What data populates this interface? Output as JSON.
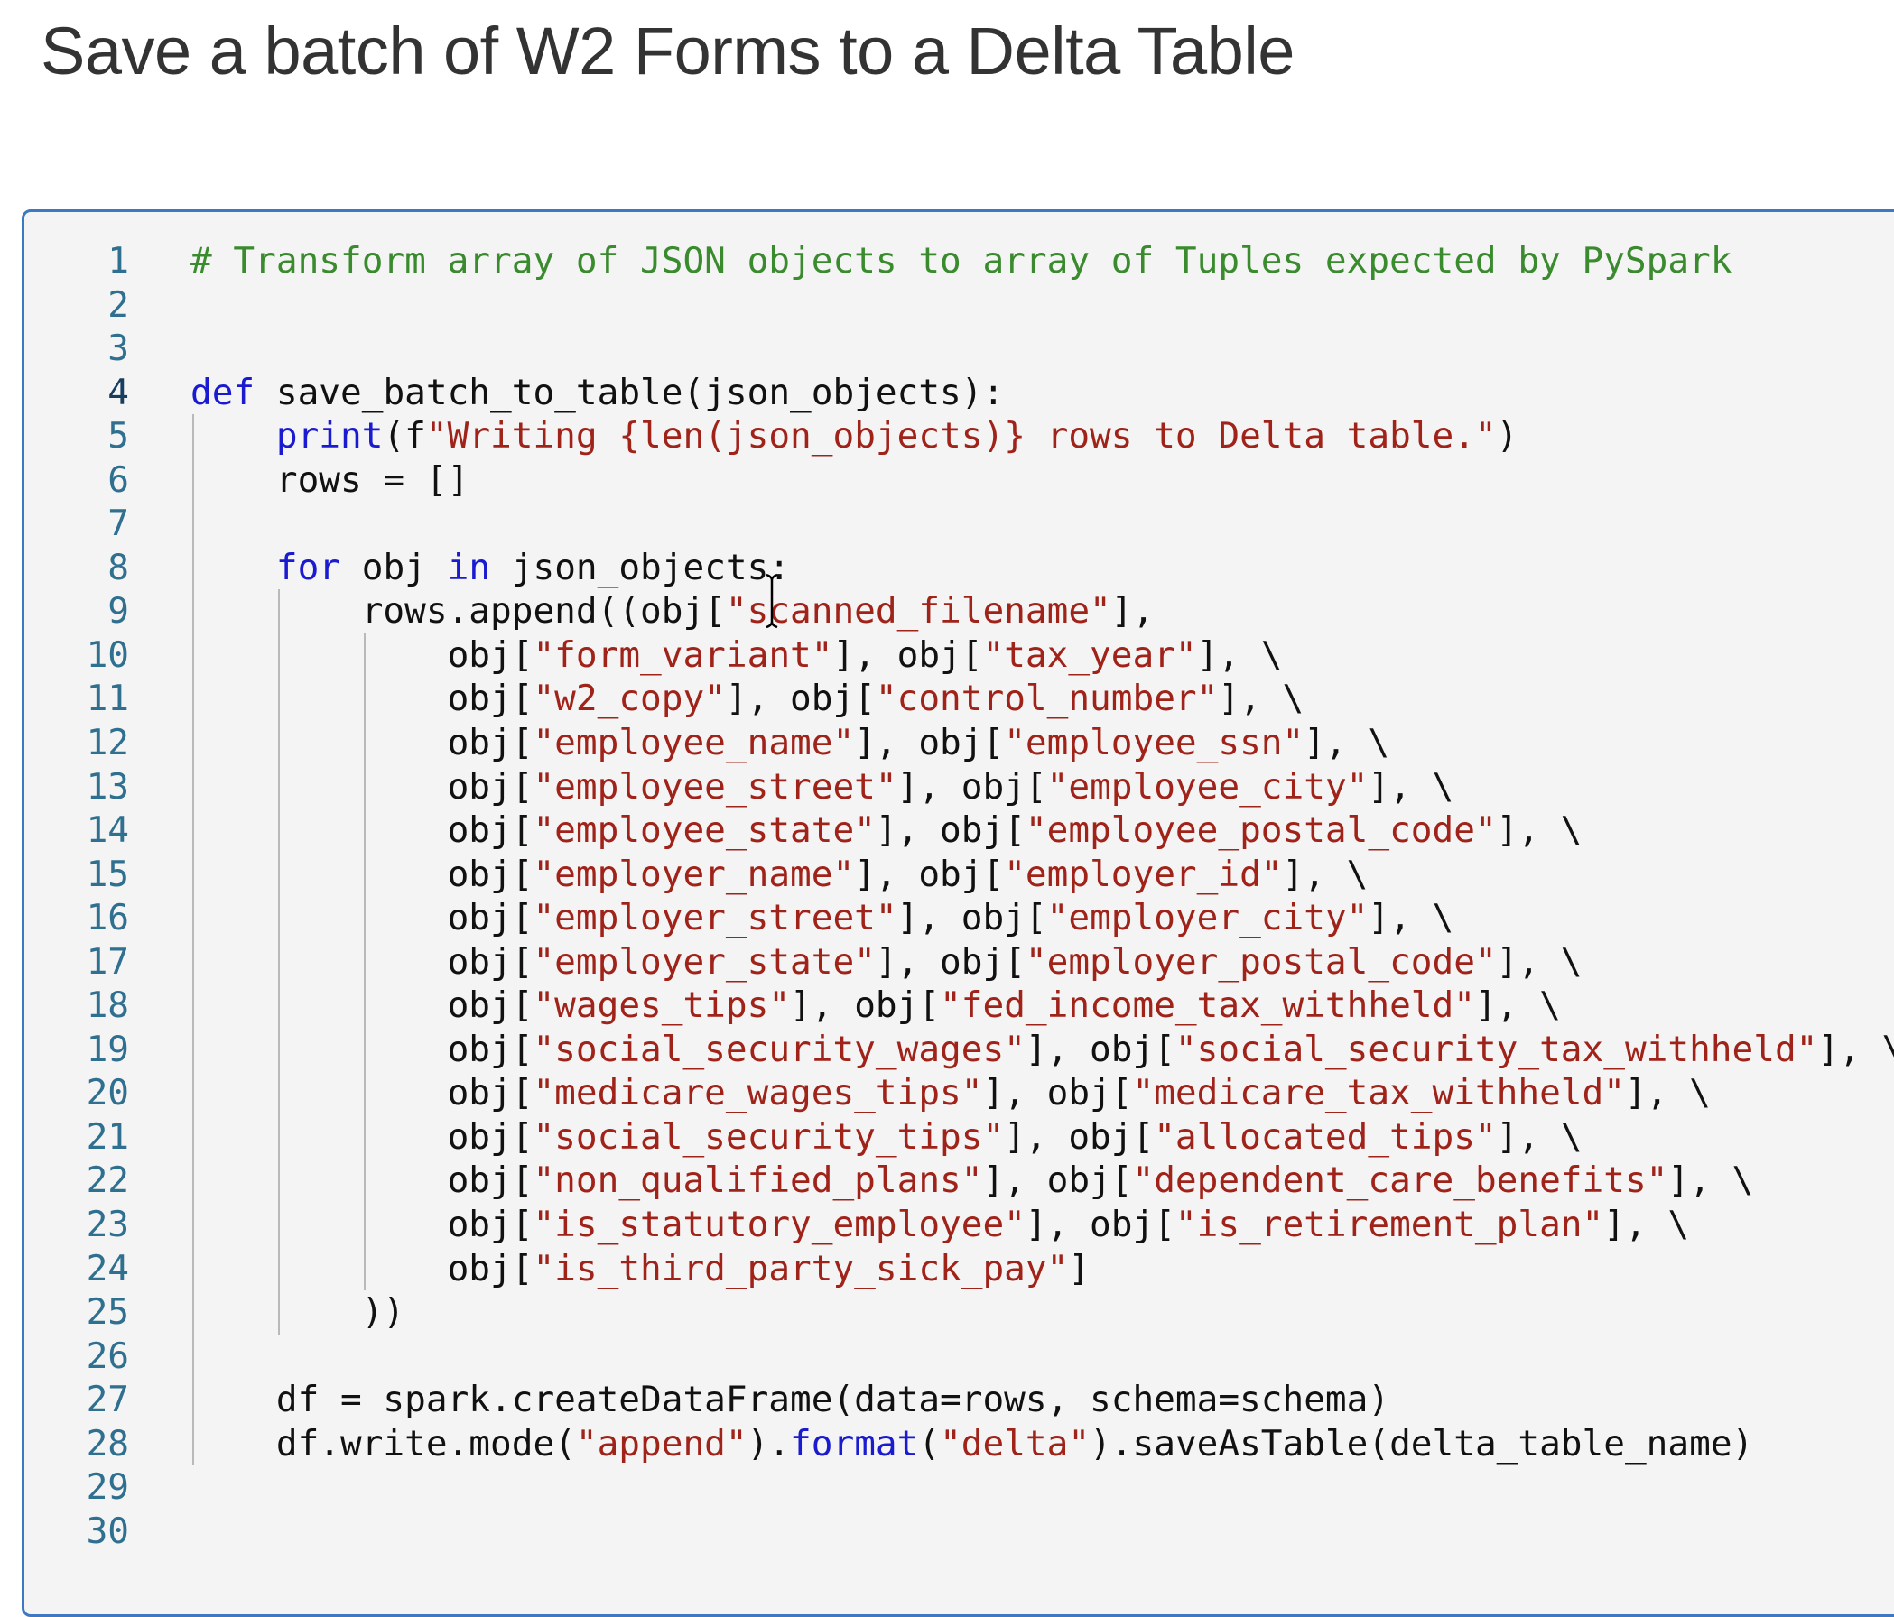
{
  "page": {
    "title": "Save a batch of W2 Forms to a Delta Table"
  },
  "editor": {
    "active_line": 4,
    "colors": {
      "comment": "#3a8a2e",
      "keyword": "#1a1ad0",
      "string": "#a0231a",
      "border": "#3d79c2"
    },
    "lines": [
      [
        [
          "c",
          "# Transform array of JSON objects to array of Tuples expected by PySpark"
        ]
      ],
      [],
      [],
      [
        [
          "k",
          "def"
        ],
        [
          "p",
          " save_batch_to_table(json_objects):"
        ]
      ],
      [
        [
          "p",
          "    "
        ],
        [
          "k",
          "print"
        ],
        [
          "p",
          "(f"
        ],
        [
          "s",
          "\"Writing {len(json_objects)} rows to Delta table.\""
        ],
        [
          "p",
          ")"
        ]
      ],
      [
        [
          "p",
          "    rows = []"
        ]
      ],
      [],
      [
        [
          "p",
          "    "
        ],
        [
          "k",
          "for"
        ],
        [
          "p",
          " obj "
        ],
        [
          "k",
          "in"
        ],
        [
          "p",
          " json_objects:"
        ]
      ],
      [
        [
          "p",
          "        rows.append((obj["
        ],
        [
          "s",
          "\"scanned_filename\""
        ],
        [
          "p",
          "],"
        ]
      ],
      [
        [
          "p",
          "            obj["
        ],
        [
          "s",
          "\"form_variant\""
        ],
        [
          "p",
          "], obj["
        ],
        [
          "s",
          "\"tax_year\""
        ],
        [
          "p",
          "], \\"
        ]
      ],
      [
        [
          "p",
          "            obj["
        ],
        [
          "s",
          "\"w2_copy\""
        ],
        [
          "p",
          "], obj["
        ],
        [
          "s",
          "\"control_number\""
        ],
        [
          "p",
          "], \\"
        ]
      ],
      [
        [
          "p",
          "            obj["
        ],
        [
          "s",
          "\"employee_name\""
        ],
        [
          "p",
          "], obj["
        ],
        [
          "s",
          "\"employee_ssn\""
        ],
        [
          "p",
          "], \\"
        ]
      ],
      [
        [
          "p",
          "            obj["
        ],
        [
          "s",
          "\"employee_street\""
        ],
        [
          "p",
          "], obj["
        ],
        [
          "s",
          "\"employee_city\""
        ],
        [
          "p",
          "], \\"
        ]
      ],
      [
        [
          "p",
          "            obj["
        ],
        [
          "s",
          "\"employee_state\""
        ],
        [
          "p",
          "], obj["
        ],
        [
          "s",
          "\"employee_postal_code\""
        ],
        [
          "p",
          "], \\"
        ]
      ],
      [
        [
          "p",
          "            obj["
        ],
        [
          "s",
          "\"employer_name\""
        ],
        [
          "p",
          "], obj["
        ],
        [
          "s",
          "\"employer_id\""
        ],
        [
          "p",
          "], \\"
        ]
      ],
      [
        [
          "p",
          "            obj["
        ],
        [
          "s",
          "\"employer_street\""
        ],
        [
          "p",
          "], obj["
        ],
        [
          "s",
          "\"employer_city\""
        ],
        [
          "p",
          "], \\"
        ]
      ],
      [
        [
          "p",
          "            obj["
        ],
        [
          "s",
          "\"employer_state\""
        ],
        [
          "p",
          "], obj["
        ],
        [
          "s",
          "\"employer_postal_code\""
        ],
        [
          "p",
          "], \\"
        ]
      ],
      [
        [
          "p",
          "            obj["
        ],
        [
          "s",
          "\"wages_tips\""
        ],
        [
          "p",
          "], obj["
        ],
        [
          "s",
          "\"fed_income_tax_withheld\""
        ],
        [
          "p",
          "], \\"
        ]
      ],
      [
        [
          "p",
          "            obj["
        ],
        [
          "s",
          "\"social_security_wages\""
        ],
        [
          "p",
          "], obj["
        ],
        [
          "s",
          "\"social_security_tax_withheld\""
        ],
        [
          "p",
          "], \\"
        ]
      ],
      [
        [
          "p",
          "            obj["
        ],
        [
          "s",
          "\"medicare_wages_tips\""
        ],
        [
          "p",
          "], obj["
        ],
        [
          "s",
          "\"medicare_tax_withheld\""
        ],
        [
          "p",
          "], \\"
        ]
      ],
      [
        [
          "p",
          "            obj["
        ],
        [
          "s",
          "\"social_security_tips\""
        ],
        [
          "p",
          "], obj["
        ],
        [
          "s",
          "\"allocated_tips\""
        ],
        [
          "p",
          "], \\"
        ]
      ],
      [
        [
          "p",
          "            obj["
        ],
        [
          "s",
          "\"non_qualified_plans\""
        ],
        [
          "p",
          "], obj["
        ],
        [
          "s",
          "\"dependent_care_benefits\""
        ],
        [
          "p",
          "], \\"
        ]
      ],
      [
        [
          "p",
          "            obj["
        ],
        [
          "s",
          "\"is_statutory_employee\""
        ],
        [
          "p",
          "], obj["
        ],
        [
          "s",
          "\"is_retirement_plan\""
        ],
        [
          "p",
          "], \\"
        ]
      ],
      [
        [
          "p",
          "            obj["
        ],
        [
          "s",
          "\"is_third_party_sick_pay\""
        ],
        [
          "p",
          "]"
        ]
      ],
      [
        [
          "p",
          "        ))"
        ]
      ],
      [],
      [
        [
          "p",
          "    df = spark.createDataFrame(data=rows, schema=schema)"
        ]
      ],
      [
        [
          "p",
          "    df.write.mode("
        ],
        [
          "s",
          "\"append\""
        ],
        [
          "p",
          ")."
        ],
        [
          "k",
          "format"
        ],
        [
          "p",
          "("
        ],
        [
          "s",
          "\"delta\""
        ],
        [
          "p",
          ").saveAsTable(delta_table_name)"
        ]
      ],
      [],
      []
    ]
  }
}
